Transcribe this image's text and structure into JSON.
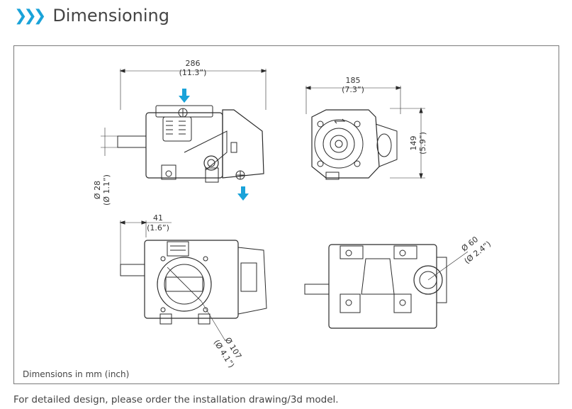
{
  "header": {
    "title": "Dimensioning",
    "chevron_icon": "triple-chevron-right-icon",
    "accent_color": "#1aa3d9"
  },
  "drawing": {
    "units_note": "Dimensions in mm (inch)",
    "dims": {
      "overall_length": "286",
      "overall_length_in": "(11.3”)",
      "width": "185",
      "width_in": "(7.3”)",
      "height": "149",
      "height_in": "(5.9”)",
      "shaft": "Ø 28",
      "shaft_in": "(Ø 1.1”)",
      "shaft_len": "41",
      "shaft_len_in": "(1.6”)",
      "flange": "Ø 107",
      "flange_in": "(Ø 4.1”)",
      "port": "Ø 60",
      "port_in": "(Ø 2.4”)"
    }
  },
  "footer": {
    "note": "For detailed design, please order the installation drawing/3d model."
  }
}
